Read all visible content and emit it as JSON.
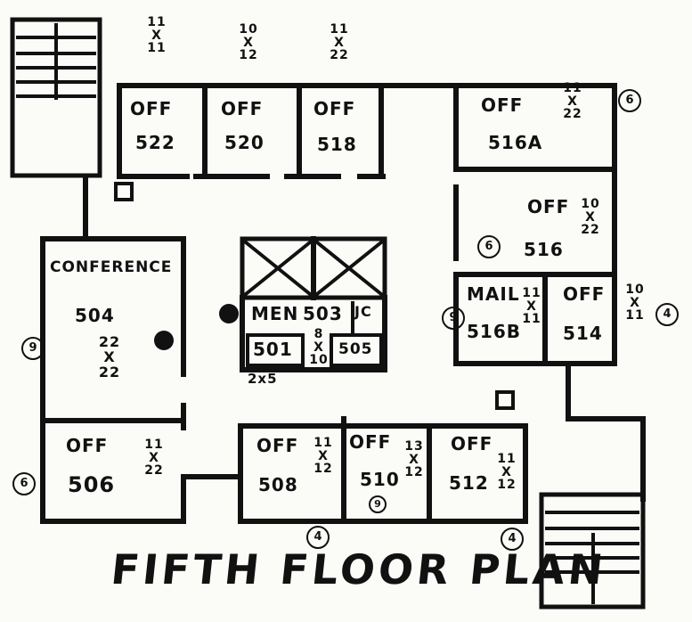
{
  "title": "FIFTH FLOOR PLAN",
  "rooms": {
    "off522": {
      "name": "OFF",
      "number": "522",
      "dim": [
        "11",
        "X",
        "11"
      ]
    },
    "off520": {
      "name": "OFF",
      "number": "520",
      "dim": [
        "10",
        "X",
        "12"
      ]
    },
    "off518": {
      "name": "OFF",
      "number": "518",
      "dim": [
        "11",
        "X",
        "22"
      ]
    },
    "off516a": {
      "name": "OFF",
      "number": "516A",
      "dim": [
        "11",
        "X",
        "22"
      ]
    },
    "off516": {
      "name": "OFF",
      "number": "516",
      "dim": [
        "10",
        "X",
        "22"
      ]
    },
    "mail516b": {
      "name": "MAIL",
      "number": "516B",
      "dim": [
        "11",
        "X",
        "11"
      ]
    },
    "off514": {
      "name": "OFF",
      "number": "514",
      "dim": [
        "10",
        "X",
        "11"
      ]
    },
    "conference504": {
      "name": "CONFERENCE",
      "number": "504",
      "dim": [
        "22",
        "X",
        "22"
      ]
    },
    "men503": {
      "name": "MEN",
      "number": "503",
      "dim": [
        "8",
        "X",
        "10"
      ]
    },
    "jc": {
      "name": "JC"
    },
    "r501": {
      "number": "501",
      "dim": "2x5"
    },
    "r505": {
      "number": "505"
    },
    "off506": {
      "name": "OFF",
      "number": "506",
      "dim": [
        "11",
        "X",
        "22"
      ]
    },
    "off508": {
      "name": "OFF",
      "number": "508",
      "dim": [
        "11",
        "X",
        "12"
      ]
    },
    "off510": {
      "name": "OFF",
      "number": "510",
      "dim": [
        "13",
        "X",
        "12"
      ]
    },
    "off512": {
      "name": "OFF",
      "number": "512",
      "dim": [
        "11",
        "X",
        "12"
      ]
    }
  },
  "circled": {
    "c6_top": "6",
    "c6_mid": "6",
    "c4_right": "4",
    "c9_mail": "9",
    "c9_conf": "9",
    "c6_506": "6",
    "c9_510": "9",
    "c4_508": "4",
    "c4_512": "4"
  }
}
